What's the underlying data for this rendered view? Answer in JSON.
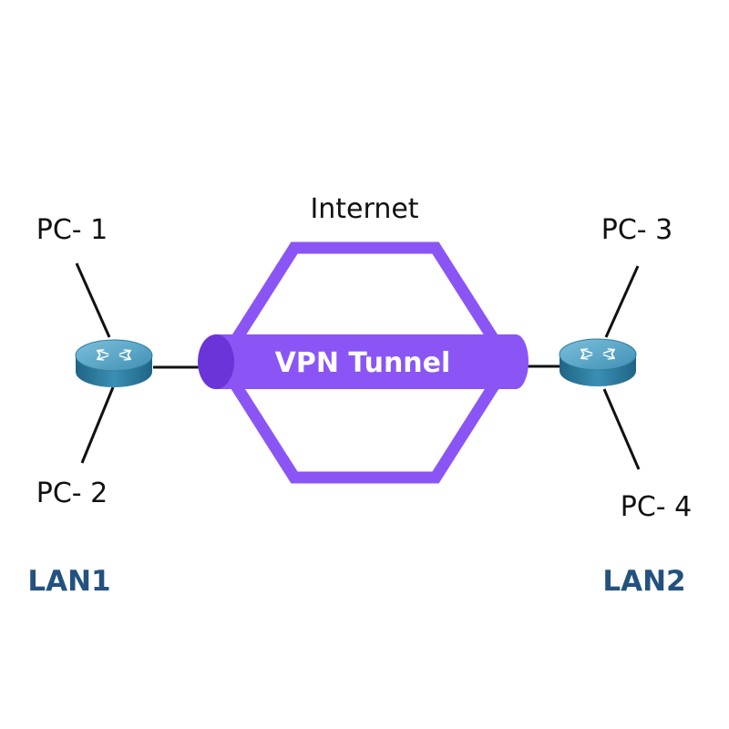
{
  "diagram": {
    "cloud_label": "Internet",
    "tunnel_label": "VPN Tunnel",
    "nodes": {
      "pc1": "PC- 1",
      "pc2": "PC- 2",
      "pc3": "PC- 3",
      "pc4": "PC- 4"
    },
    "lans": {
      "left": "LAN1",
      "right": "LAN2"
    },
    "colors": {
      "tunnel": "#8b55f5",
      "tunnel_end": "#6a34d8",
      "internet_outline": "#8b55f5",
      "router_top": "#5fa8c6",
      "router_side": "#2f7c9f",
      "lan_text": "#24527f"
    },
    "icons": {
      "router": "router-icon"
    }
  }
}
